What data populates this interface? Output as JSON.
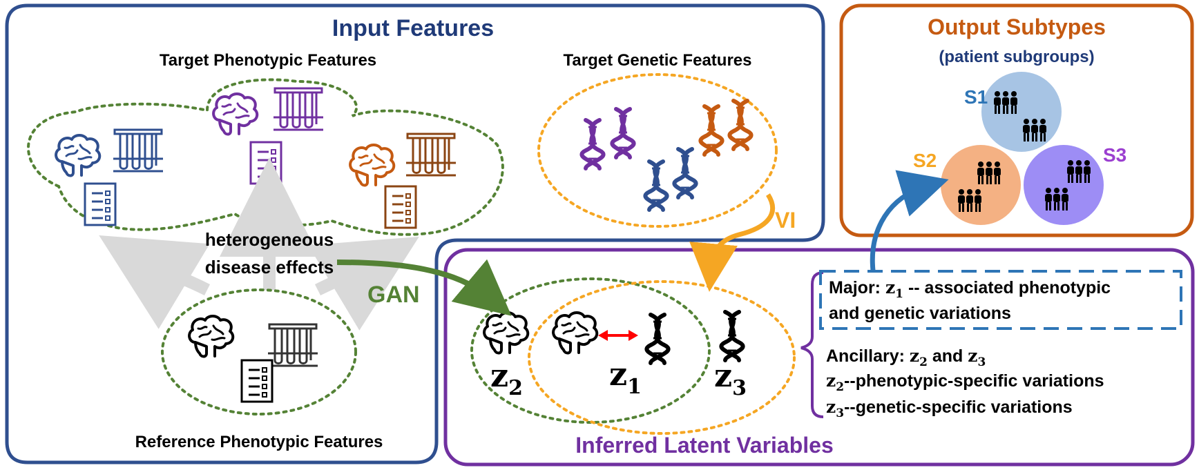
{
  "input_panel": {
    "title": "Input Features",
    "target_phenotypic": "Target Phenotypic Features",
    "target_genetic": "Target Genetic Features",
    "reference_phenotypic": "Reference Phenotypic Features",
    "effects_line1": "heterogeneous",
    "effects_line2": "disease effects"
  },
  "output_panel": {
    "title": "Output Subtypes",
    "subtitle": "(patient subgroups)",
    "subtypes": [
      {
        "label": "S1",
        "color": "#a7c4e4",
        "label_color": "#2e75b6"
      },
      {
        "label": "S2",
        "color": "#f4b183",
        "label_color": "#f5a623"
      },
      {
        "label": "S3",
        "color": "#9d8df5",
        "label_color": "#9b3fd0"
      }
    ]
  },
  "methods": {
    "gan": "GAN",
    "vi": "VI"
  },
  "latent_panel": {
    "title": "Inferred Latent Variables",
    "z2": "z",
    "z2_sub": "2",
    "z1": "z",
    "z1_sub": "1",
    "z3": "z",
    "z3_sub": "3",
    "major_prefix": "Major: ",
    "major_z": "z",
    "major_sub": "1",
    "major_rest": " -- associated phenotypic",
    "major_line2": "and genetic variations",
    "ancillary_prefix": "Ancillary: ",
    "ancillary_z2": "z",
    "ancillary_sub2": "2",
    "ancillary_and": " and ",
    "ancillary_z3": "z",
    "ancillary_sub3": "3",
    "line_z2": "z",
    "line_z2_sub": "2",
    "line_z2_text": "--phenotypic-specific variations",
    "line_z3": "z",
    "line_z3_sub": "3",
    "line_z3_text": "--genetic-specific variations"
  },
  "colors": {
    "navy": "#2f4f8f",
    "orange_border": "#c55a11",
    "purple": "#7030a0",
    "green": "#548235",
    "orange": "#f5a623",
    "gray_arrow": "#d9d9d9",
    "blue_arrow": "#2e75b6",
    "red_arrow": "#ff0000"
  }
}
